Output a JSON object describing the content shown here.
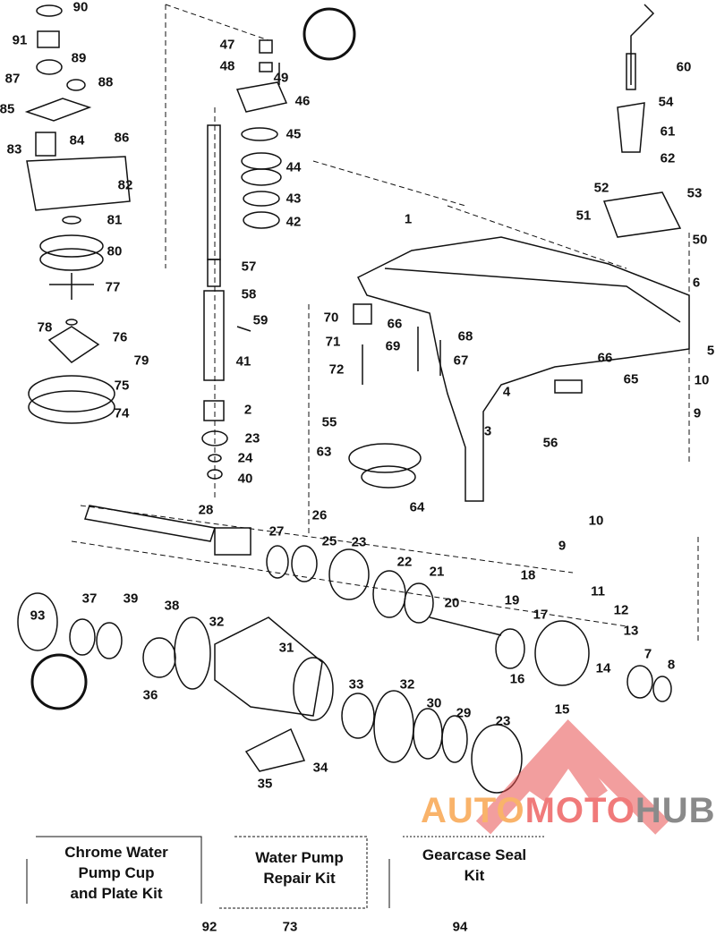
{
  "callouts": [
    "90",
    "91",
    "89",
    "87",
    "88",
    "85",
    "84",
    "86",
    "83",
    "82",
    "81",
    "80",
    "77",
    "78",
    "76",
    "79",
    "75",
    "74",
    "47",
    "48",
    "49",
    "46",
    "45",
    "44",
    "43",
    "42",
    "57",
    "58",
    "59",
    "41",
    "2",
    "23",
    "24",
    "40",
    "60",
    "54",
    "61",
    "62",
    "52",
    "53",
    "51",
    "50",
    "1",
    "6",
    "5",
    "70",
    "71",
    "72",
    "66",
    "69",
    "68",
    "67",
    "66",
    "65",
    "10",
    "9",
    "4",
    "3",
    "56",
    "55",
    "63",
    "64",
    "10",
    "9",
    "28",
    "26",
    "27",
    "25",
    "23",
    "22",
    "21",
    "18",
    "11",
    "19",
    "20",
    "17",
    "12",
    "13",
    "7",
    "8",
    "14",
    "16",
    "15",
    "39",
    "38",
    "37",
    "93",
    "32",
    "31",
    "36",
    "33",
    "32",
    "30",
    "29",
    "23",
    "34",
    "35",
    "92",
    "73",
    "94"
  ],
  "kits": [
    {
      "line1": "Chrome Water",
      "line2": "Pump Cup",
      "line3": "and Plate Kit"
    },
    {
      "line1": "Water Pump",
      "line2": "Repair Kit"
    },
    {
      "line1": "Gearcase Seal",
      "line2": "Kit"
    }
  ],
  "watermark": {
    "part1": "AUTO",
    "part2": "MOTO",
    "part3": "HUB",
    "color1": "#f9b36a",
    "color2": "#f07a7a",
    "color3": "#8a8a8a"
  }
}
